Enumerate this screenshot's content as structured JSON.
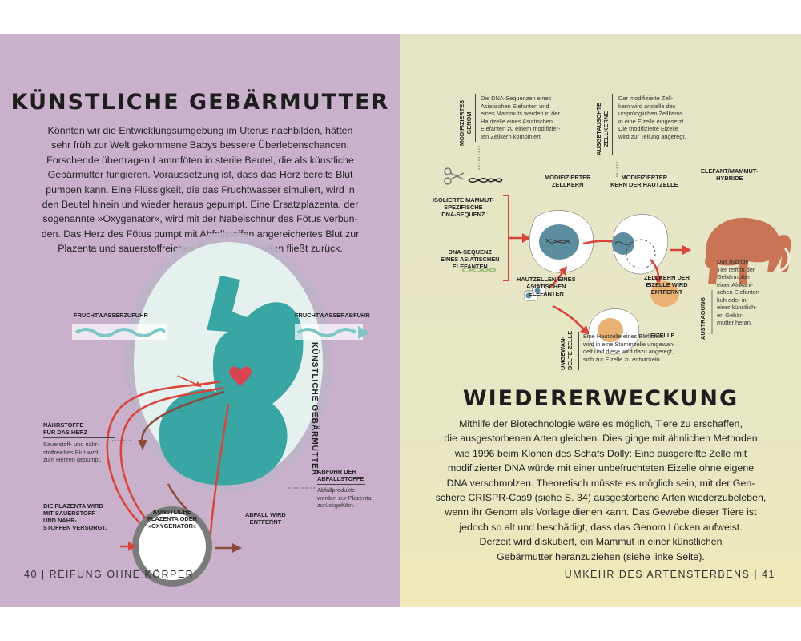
{
  "left": {
    "title": "KÜNSTLICHE GEBÄRMUTTER",
    "body_lines": [
      "Könnten wir die Entwicklungsumgebung im Uterus nachbilden, hätten",
      "sehr früh zur Welt gekommene Babys bessere Überlebenschancen.",
      "Forschende übertragen Lammföten in sterile Beutel, die als künstliche",
      "Gebärmutter fungieren. Voraussetzung ist, dass das Herz bereits Blut",
      "pumpen kann. Eine Flüssigkeit, die das Fruchtwasser simuliert, wird in",
      "den Beutel hinein und wieder heraus gepumpt. Eine Ersatzplazenta, der",
      "sogenannte »Oxygenator«, wird mit der Nabelschnur des Fötus verbun-",
      "den. Das Herz des Fötus pumpt mit Abfallstoffen angereichertes Blut zur",
      "Plazenta und sauerstoffreiches Blut mit Nährstoffen fließt zurück."
    ],
    "diagram": {
      "inflow_label": "FRUCHTWASSERZUFUHR",
      "outflow_label": "FRUCHTWASSERABFUHR",
      "womb_label": "KÜNSTLICHE GEBÄRMUTTER",
      "nutrients_label": [
        "NÄHRSTOFFE",
        "FÜR DAS HERZ"
      ],
      "nutrients_note": [
        "Sauerstoff- und nähr-",
        "stoffreiches Blut wird",
        "zum Herzen gepumpt."
      ],
      "waste_label": [
        "ABFUHR DER",
        "ABFALLSTOFFE"
      ],
      "waste_note": [
        "Abfallprodukte",
        "werden zur Plazenta",
        "zurückgeführt."
      ],
      "placenta_label": [
        "DIE PLAZENTA WIRD",
        "MIT SAUERSTOFF",
        "UND NÄHR-",
        "STOFFEN VERSORGT."
      ],
      "oxygenator_label": [
        "KÜNSTLICHE",
        "PLAZENTA ODER",
        "»OXYGENATOR«"
      ],
      "waste_removed_label": [
        "ABFALL WIRD",
        "ENTFERNT"
      ]
    },
    "folio": "40 | REIFUNG OHNE KÖRPER"
  },
  "right": {
    "title": "WIEDERERWECKUNG",
    "body_lines": [
      "Mithilfe der Biotechnologie wäre es möglich, Tiere zu erschaffen,",
      "die ausgestorbenen Arten gleichen. Dies ginge mit ähnlichen Methoden",
      "wie 1996 beim Klonen des Schafs Dolly: Eine ausgereifte Zelle mit",
      "modifizierter DNA würde mit einer unbefruchteten Eizelle ohne eigene",
      "DNA verschmolzen. Theoretisch müsste es möglich sein, mit der Gen-",
      "schere CRISPR-Cas9 (siehe S. 34) ausgestorbene Arten wiederzubeleben,",
      "wenn ihr Genom als Vorlage dienen kann. Das Gewebe dieser Tiere ist",
      "jedoch so alt und beschädigt, dass das Genom Lücken aufweist.",
      "Derzeit wird diskutiert, ein Mammut in einer künstlichen",
      "Gebärmutter heranzuziehen (siehe linke Seite)."
    ],
    "diagram": {
      "modified_genome_vlabel": [
        "MODIFIZIERTES",
        "GENOM"
      ],
      "modified_genome_note": [
        "Die DNA-Sequenzen eines",
        "Asiatischen Elefanten und",
        "eines Mammuts werden in der",
        "Hautzelle eines Asiatischen",
        "Elefanten zu einem modifizier-",
        "ten Zellkern kombiniert."
      ],
      "swapped_nuclei_vlabel": [
        "AUSGETAUSCHTE",
        "ZELLKERNE"
      ],
      "swapped_nuclei_note": [
        "Der modifizierte Zell-",
        "kern wird anstelle des",
        "ursprünglichen Zellkerns",
        "in eine Eizelle eingesetzt.",
        "Die modifizierte Eizelle",
        "wird zur Teilung angeregt."
      ],
      "modified_nucleus_label": [
        "MODIFIZIERTER",
        "ZELLKERN"
      ],
      "modified_skin_nucleus_label": [
        "MODIFIZIERTER",
        "KERN DER HAUTZELLE"
      ],
      "hybrid_label": [
        "ELEFANT/MAMMUT-",
        "HYBRIDE"
      ],
      "mammoth_dna_label": [
        "ISOLIERTE MAMMUT-",
        "SPEZIFISCHE",
        "DNA-SEQUENZ"
      ],
      "elephant_dna_label": [
        "DNA-SEQUENZ",
        "EINES ASIATISCHEN",
        "ELEFANTEN"
      ],
      "skin_cells_label": [
        "HAUTZELLEN EINES",
        "ASIATISCHEN",
        "ELEFANTEN"
      ],
      "egg_nucleus_label": [
        "ZELLKERN DER",
        "EIZELLE WIRD",
        "ENTFERNT"
      ],
      "egg_label": "EIZELLE",
      "gestation_vlabel": "AUSTRAGUNG",
      "gestation_note": [
        "Das hybride",
        "Tier reift in der",
        "Gebärmutter",
        "einer Afrikani-",
        "schen Elefanten-",
        "kuh oder in",
        "einer künstlich-",
        "en Gebär-",
        "mutter heran."
      ],
      "converted_vlabel": [
        "UMGEWAN-",
        "DELTE ZELLE"
      ],
      "converted_note": [
        "Eine Hautzelle eines Elefanten",
        "wird in eine Stammzelle umgewan-",
        "delt und diese wird dazu angeregt,",
        "sich zur Eizelle zu entwickeln."
      ]
    },
    "folio": "UMKEHR DES ARTENSTERBENS | 41"
  },
  "colors": {
    "left_bg": "#c9b1cc",
    "right_bg": "#e6e4c6",
    "teal": "#3aa6a3",
    "womb": "#e6f2f0",
    "red_arrow": "#d8443a",
    "brown_arrow": "#8a4a3c",
    "mammoth": "#c97455",
    "egg_yolk": "#e9b172"
  }
}
